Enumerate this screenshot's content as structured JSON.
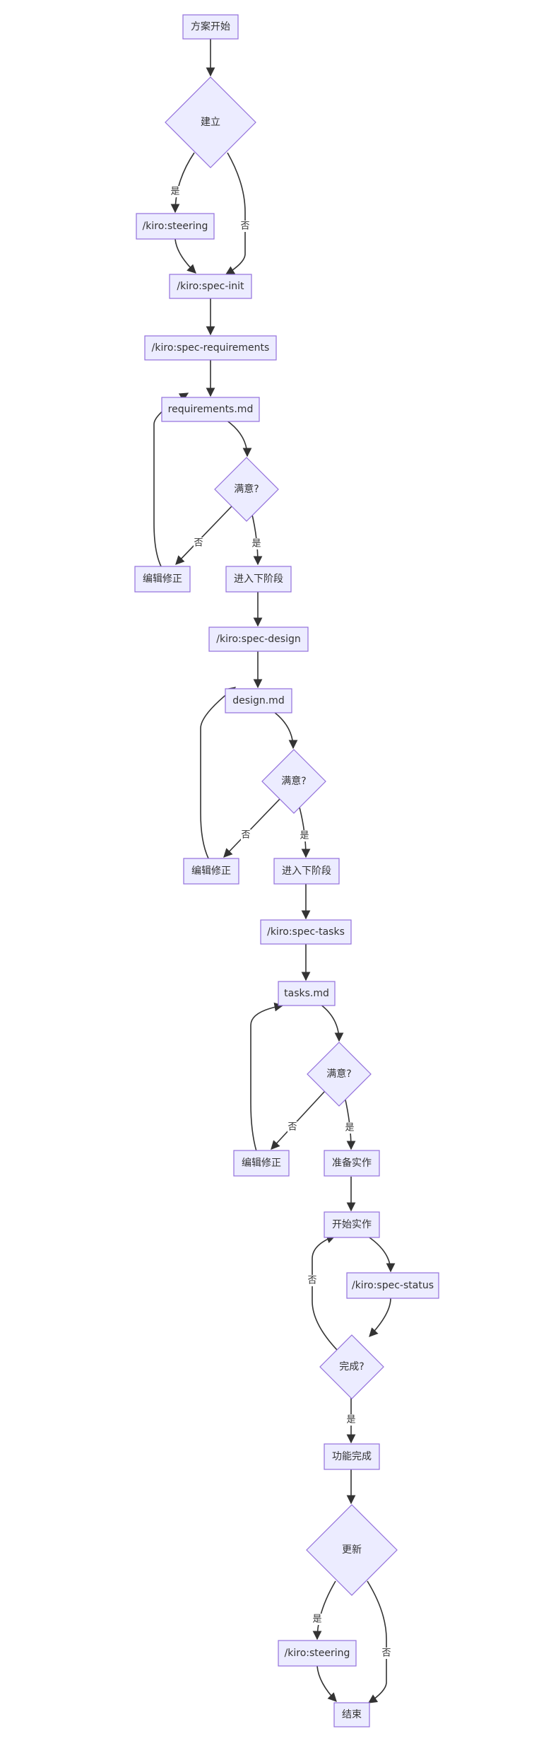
{
  "colors": {
    "node_fill": "#ECECFF",
    "node_stroke": "#9370DB",
    "edge": "#333333",
    "text": "#333333",
    "background": "#FFFFFF"
  },
  "nodes": {
    "start": "方案开始",
    "d_setup": "建立",
    "steering1": "/kiro:steering",
    "spec_init": "/kiro:spec-init",
    "spec_req": "/kiro:spec-requirements",
    "req_md": "requirements.md",
    "d_ok1": "满意?",
    "edit1": "编辑修正",
    "next1": "进入下阶段",
    "spec_design": "/kiro:spec-design",
    "design_md": "design.md",
    "d_ok2": "满意?",
    "edit2": "编辑修正",
    "next2": "进入下阶段",
    "spec_tasks": "/kiro:spec-tasks",
    "tasks_md": "tasks.md",
    "d_ok3": "满意?",
    "edit3": "编辑修正",
    "prep": "准备实作",
    "impl": "开始实作",
    "spec_status": "/kiro:spec-status",
    "d_done": "完成?",
    "feature_done": "功能完成",
    "d_update": "更新",
    "steering2": "/kiro:steering",
    "end": "结束"
  },
  "edge_labels": {
    "yes": "是",
    "no": "否"
  }
}
